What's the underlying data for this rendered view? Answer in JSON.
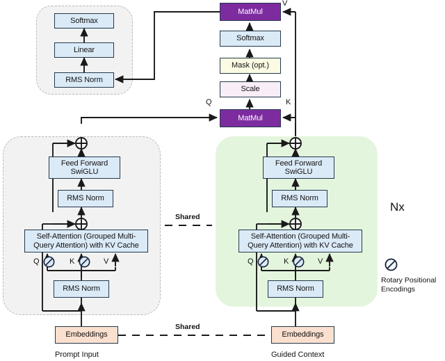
{
  "diagram": {
    "title": "Transformer decoder with shared prompt/guided-context branches",
    "colors": {
      "blue": "#dbeaf7",
      "purple": "#7d2ca0",
      "cream": "#fbfbe3",
      "pink": "#f9eef8",
      "peach": "#fbe0cf",
      "gray_group": "#f2f2f2",
      "green_group": "#e4f5de",
      "stroke": "#23384a",
      "wire": "#1a1a1a"
    }
  },
  "output_head": {
    "softmax": "Softmax",
    "linear": "Linear",
    "rms_norm": "RMS Norm"
  },
  "attention_core": {
    "matmul_top": "MatMul",
    "softmax": "Softmax",
    "mask": "Mask (opt.)",
    "scale": "Scale",
    "matmul_bottom": "MatMul",
    "label_q": "Q",
    "label_k": "K",
    "label_v": "V"
  },
  "left_block": {
    "feed_forward": "Feed Forward\nSwiGLU",
    "rms_norm_top": "RMS Norm",
    "self_attention": "Self-Attention (Grouped Multi-Query Attention) with KV Cache",
    "label_q": "Q",
    "label_k": "K",
    "label_v": "V",
    "rms_norm_bottom": "RMS Norm",
    "embeddings": "Embeddings",
    "caption": "Prompt Input"
  },
  "right_block": {
    "feed_forward": "Feed Forward\nSwiGLU",
    "rms_norm_top": "RMS Norm",
    "self_attention": "Self-Attention (Grouped Multi-Query Attention) with KV Cache",
    "label_q": "Q",
    "label_k": "K",
    "label_v": "V",
    "rms_norm_bottom": "RMS Norm",
    "embeddings": "Embeddings",
    "caption": "Guided Context"
  },
  "annotations": {
    "shared_blocks": "Shared",
    "shared_embeddings": "Shared",
    "repeat": "Nx"
  },
  "legend": {
    "rope_icon": "rotary-positional-encoding-icon",
    "rope_label": "Rotary Positional Encodings"
  }
}
